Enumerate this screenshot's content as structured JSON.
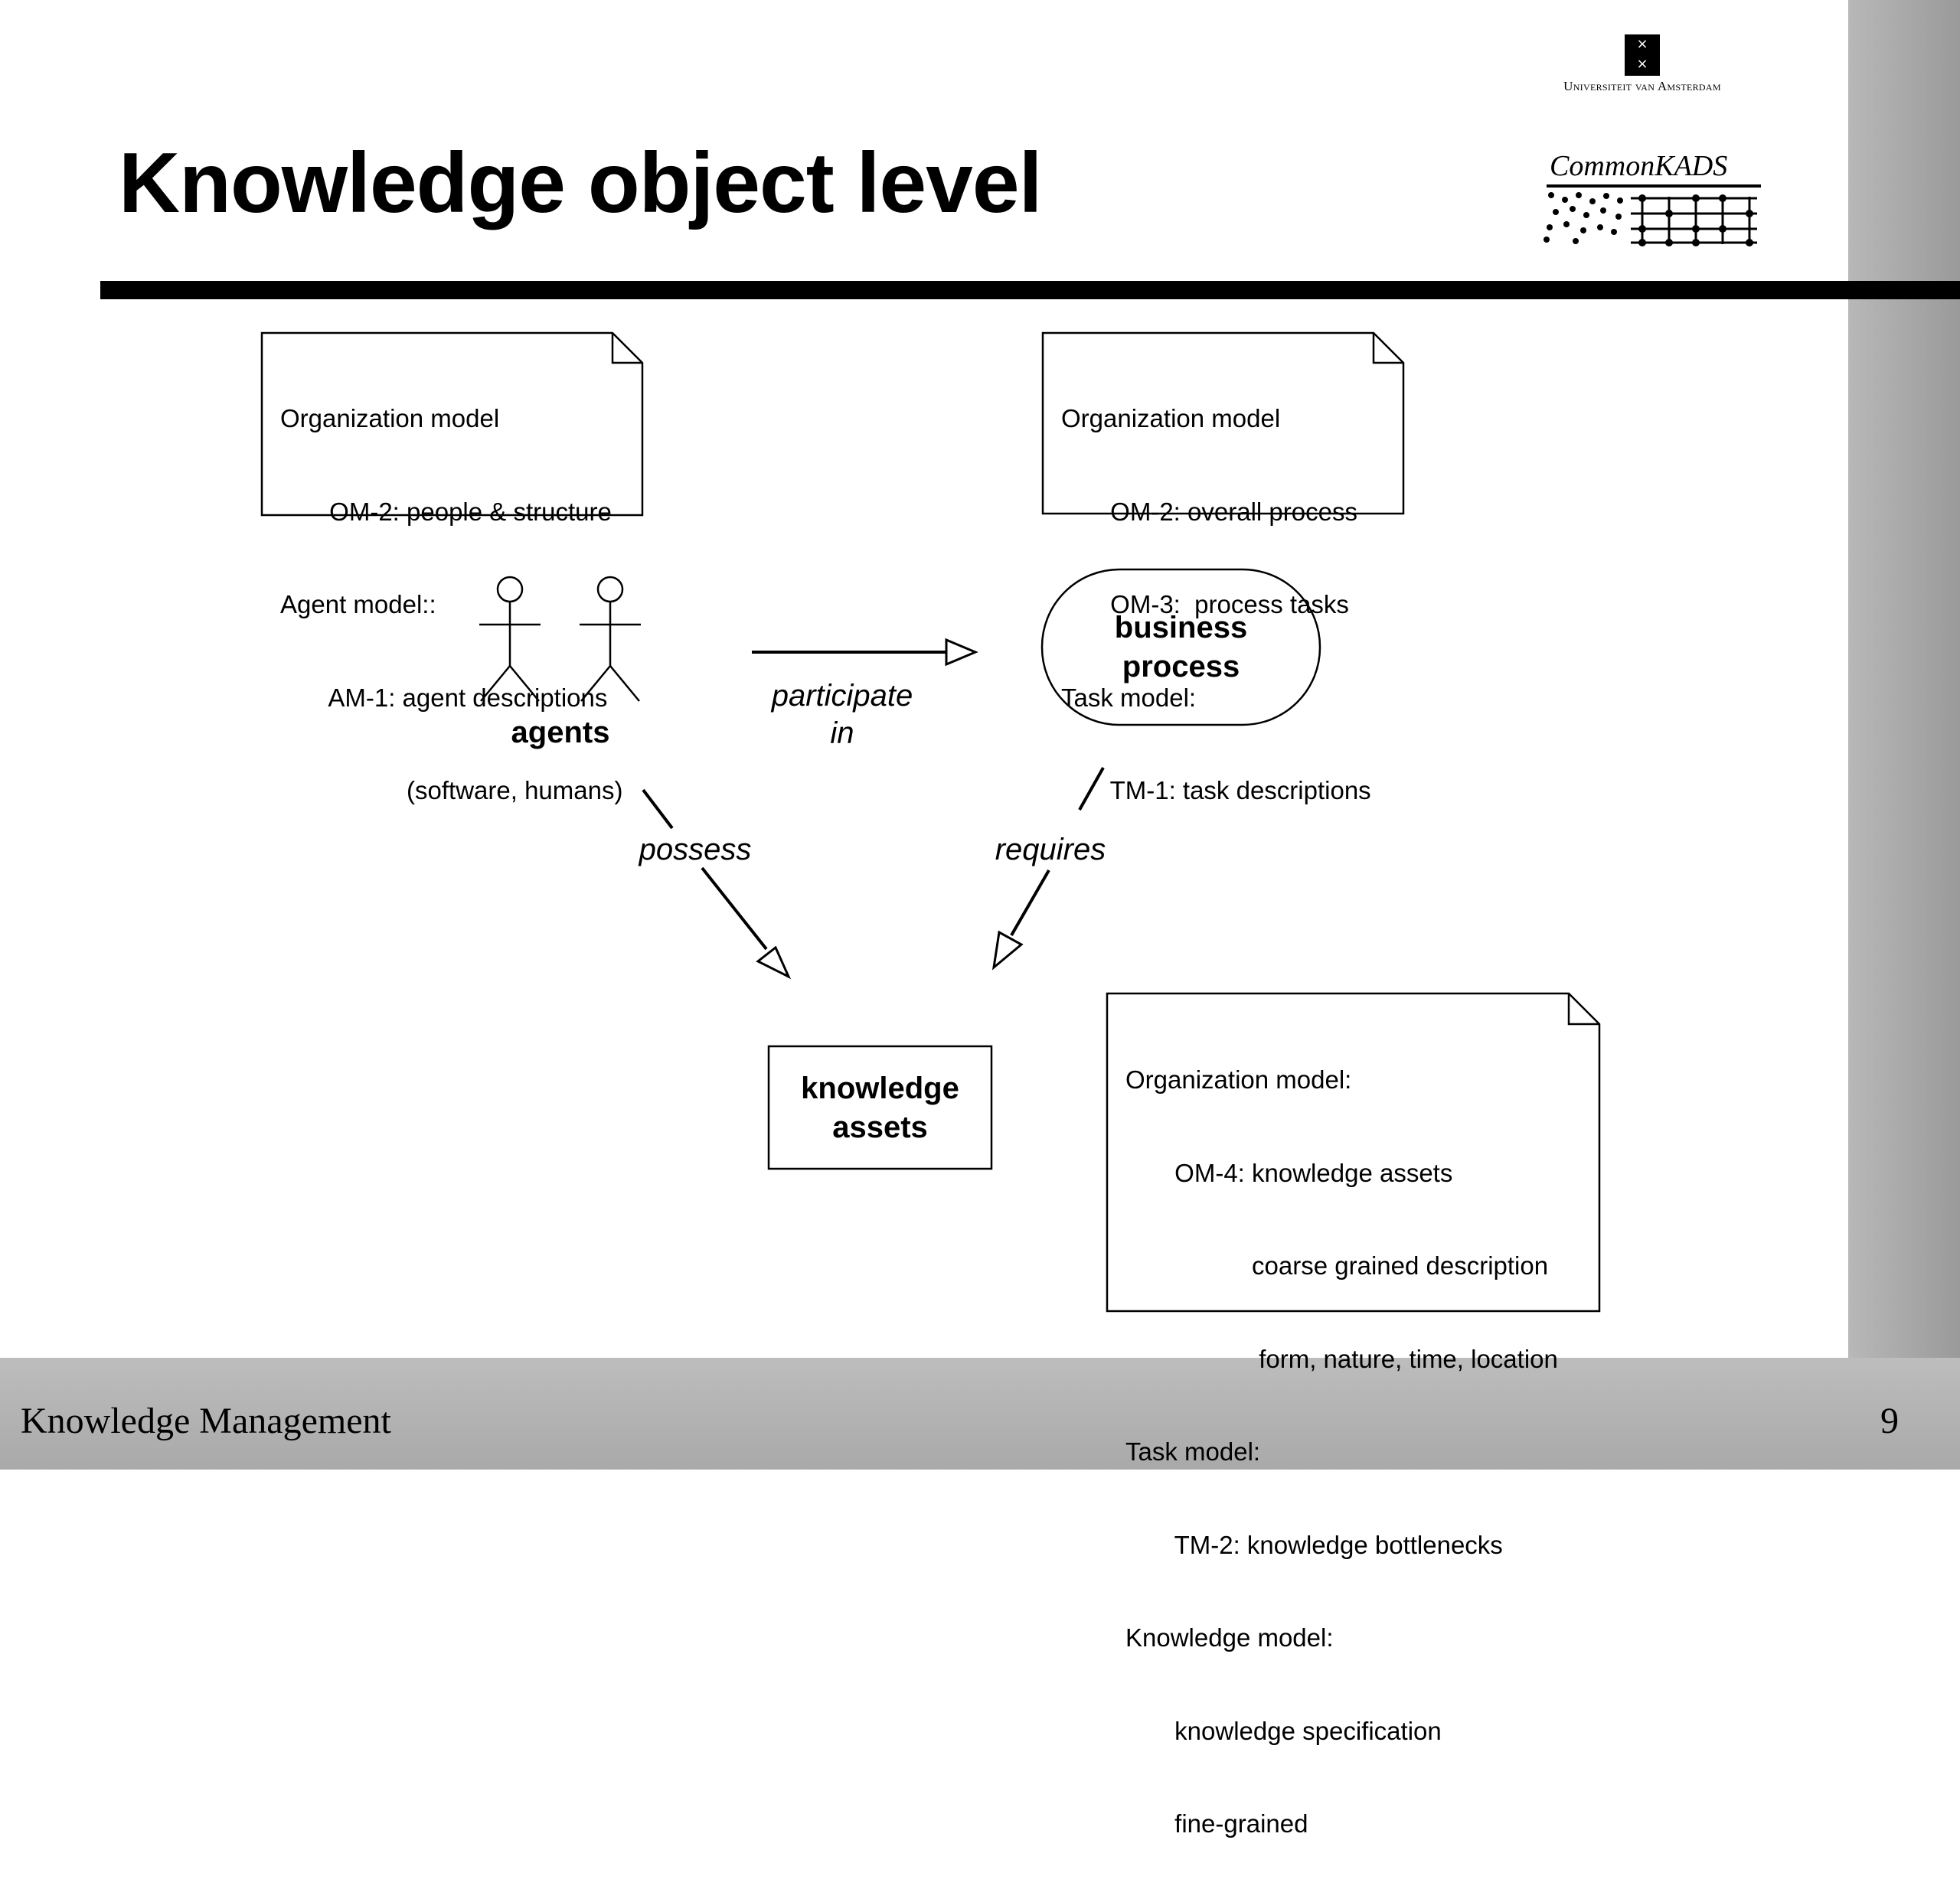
{
  "slide": {
    "title": "Knowledge object level",
    "footer_left": "Knowledge Management",
    "page_number": "9"
  },
  "logos": {
    "university": "Universiteit van Amsterdam",
    "commonkads": "CommonKADS"
  },
  "notes": {
    "agents_note": [
      "Organization model",
      "       OM-2: people & structure",
      "Agent model::",
      "       AM-1: agent descriptions",
      "                  (software, humans)"
    ],
    "process_note": [
      "Organization model",
      "       OM-2: overall process",
      "       OM-3:  process tasks",
      "Task model:",
      "       TM-1: task descriptions"
    ],
    "assets_note": [
      "Organization model:",
      "       OM-4: knowledge assets",
      "                  coarse grained description",
      "                   form, nature, time, location",
      "Task model:",
      "       TM-2: knowledge bottlenecks",
      "Knowledge model:",
      "       knowledge specification",
      "       fine-grained"
    ]
  },
  "nodes": {
    "agents": "agents",
    "business_process": [
      "business",
      "process"
    ],
    "knowledge_assets": [
      "knowledge",
      "assets"
    ]
  },
  "relations": {
    "participate_in": [
      "participate",
      "in"
    ],
    "possess": "possess",
    "requires": "requires"
  }
}
